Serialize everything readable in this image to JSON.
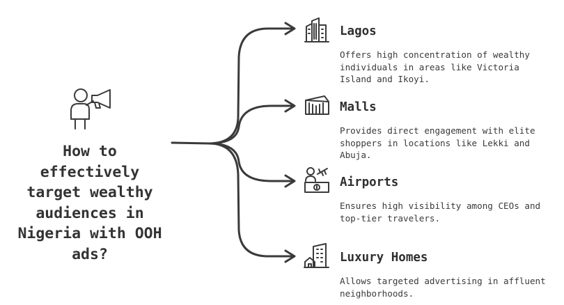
{
  "question": "How to effectively target wealthy audiences in Nigeria with OOH ads?",
  "question_icon": "person-megaphone-icon",
  "stroke_color": "#3a3a3a",
  "branches": [
    {
      "title": "Lagos",
      "description": "Offers high concentration of wealthy individuals in areas like Victoria Island and Ikoyi.",
      "icon": "city-buildings-icon"
    },
    {
      "title": "Malls",
      "description": "Provides direct engagement with elite shoppers in locations like Lekki and Abuja.",
      "icon": "mall-storefront-icon"
    },
    {
      "title": "Airports",
      "description": "Ensures high visibility among CEOs and top-tier travelers.",
      "icon": "airport-checkin-icon"
    },
    {
      "title": "Luxury Homes",
      "description": "Allows targeted advertising in affluent neighborhoods.",
      "icon": "luxury-homes-icon"
    }
  ]
}
